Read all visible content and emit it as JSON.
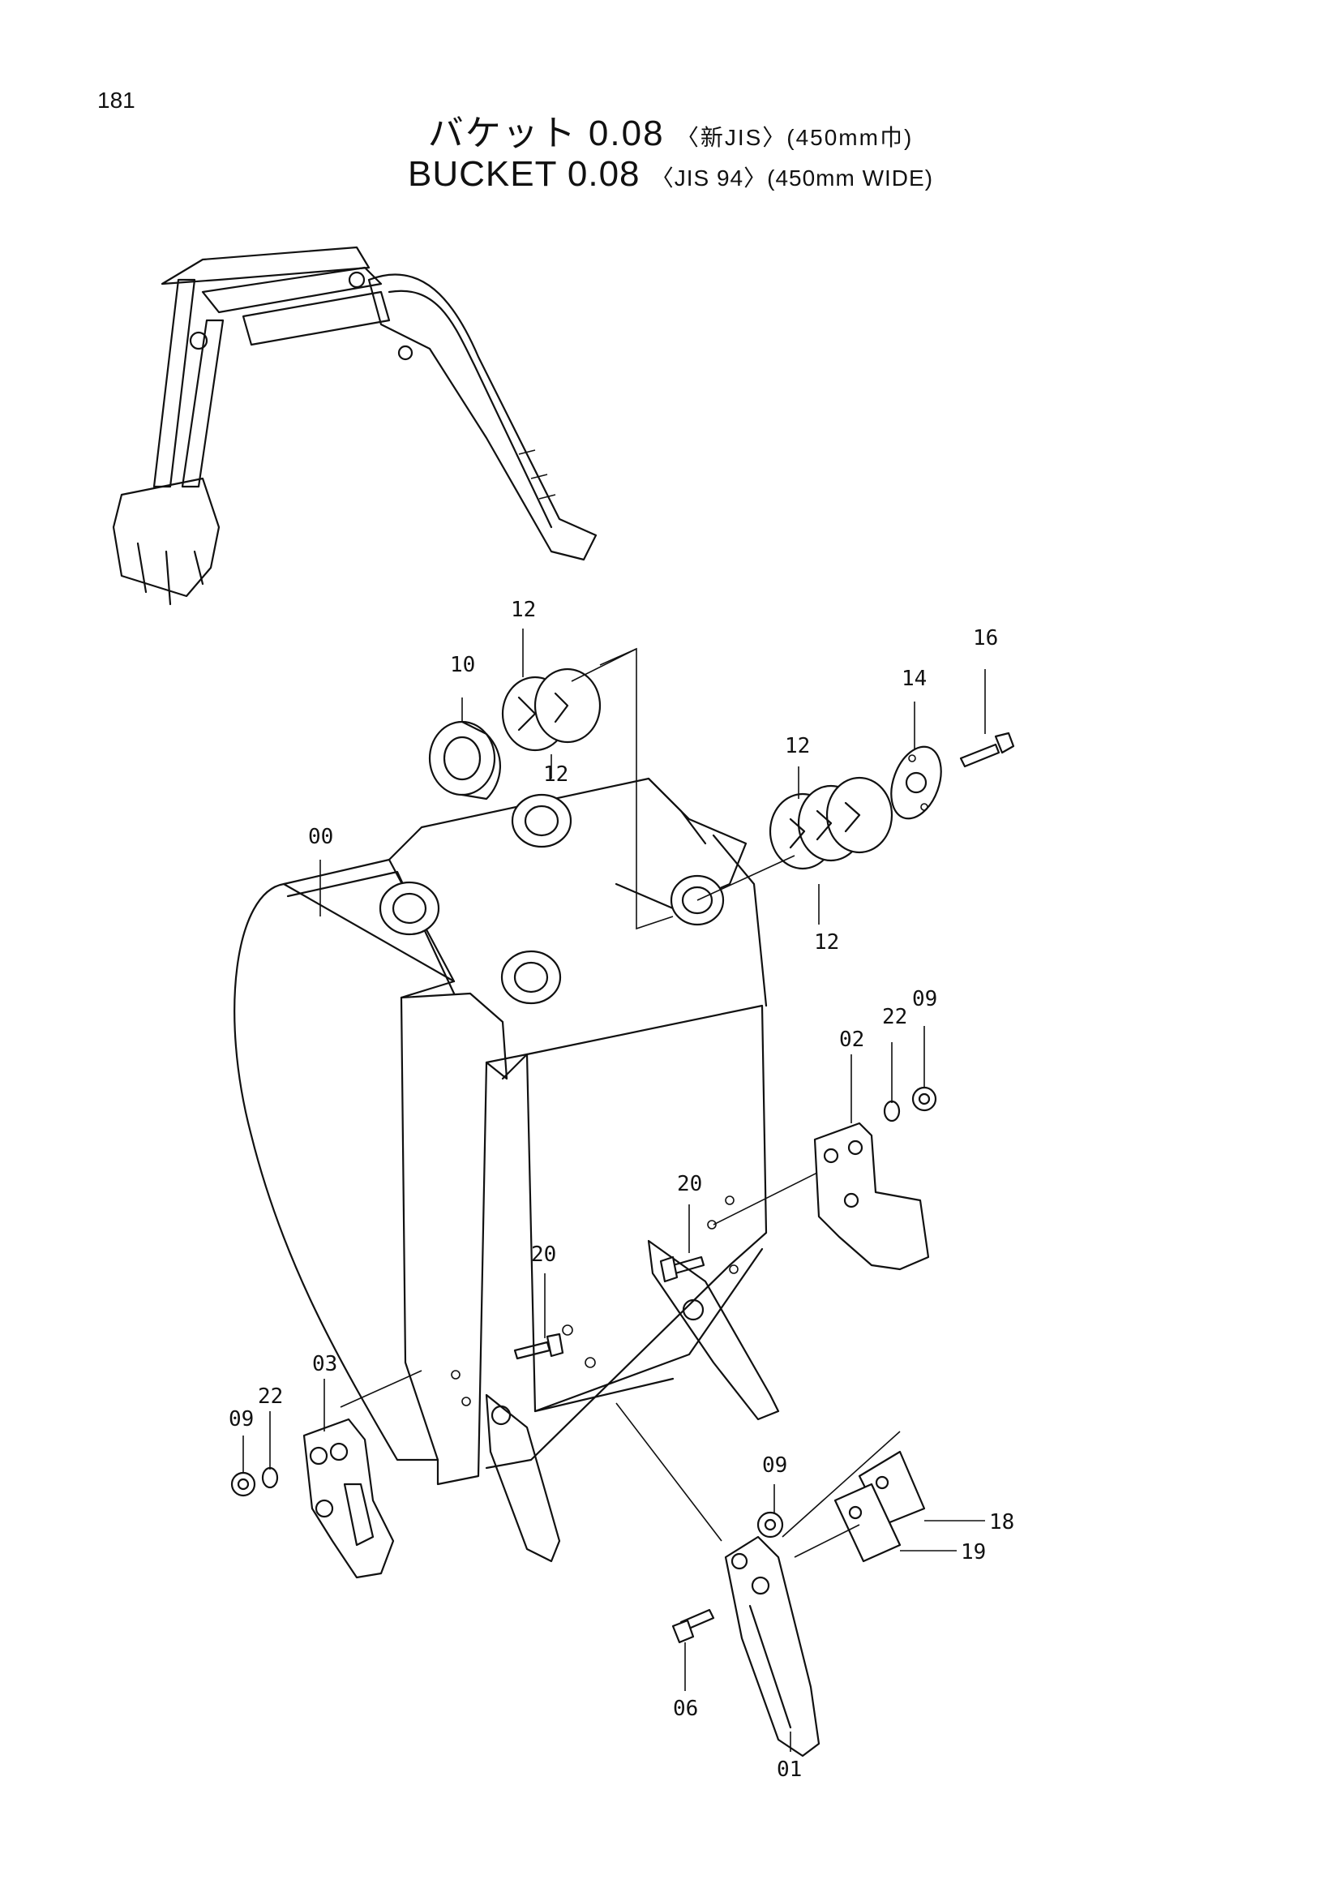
{
  "page_number": "181",
  "title_jp": {
    "main": "バケット 0.08",
    "spec": "〈新JIS〉(450mm巾)"
  },
  "title_en": {
    "main": "BUCKET 0.08",
    "spec": "〈JIS 94〉(450mm WIDE)"
  },
  "callouts": {
    "c00": "00",
    "c01": "01",
    "c02": "02",
    "c03": "03",
    "c06": "06",
    "c09a": "09",
    "c09b": "09",
    "c09c": "09",
    "c10": "10",
    "c12a": "12",
    "c12b": "12",
    "c12c": "12",
    "c12d": "12",
    "c14": "14",
    "c16": "16",
    "c18": "18",
    "c19": "19",
    "c20a": "20",
    "c20b": "20",
    "c22a": "22",
    "c22b": "22"
  }
}
